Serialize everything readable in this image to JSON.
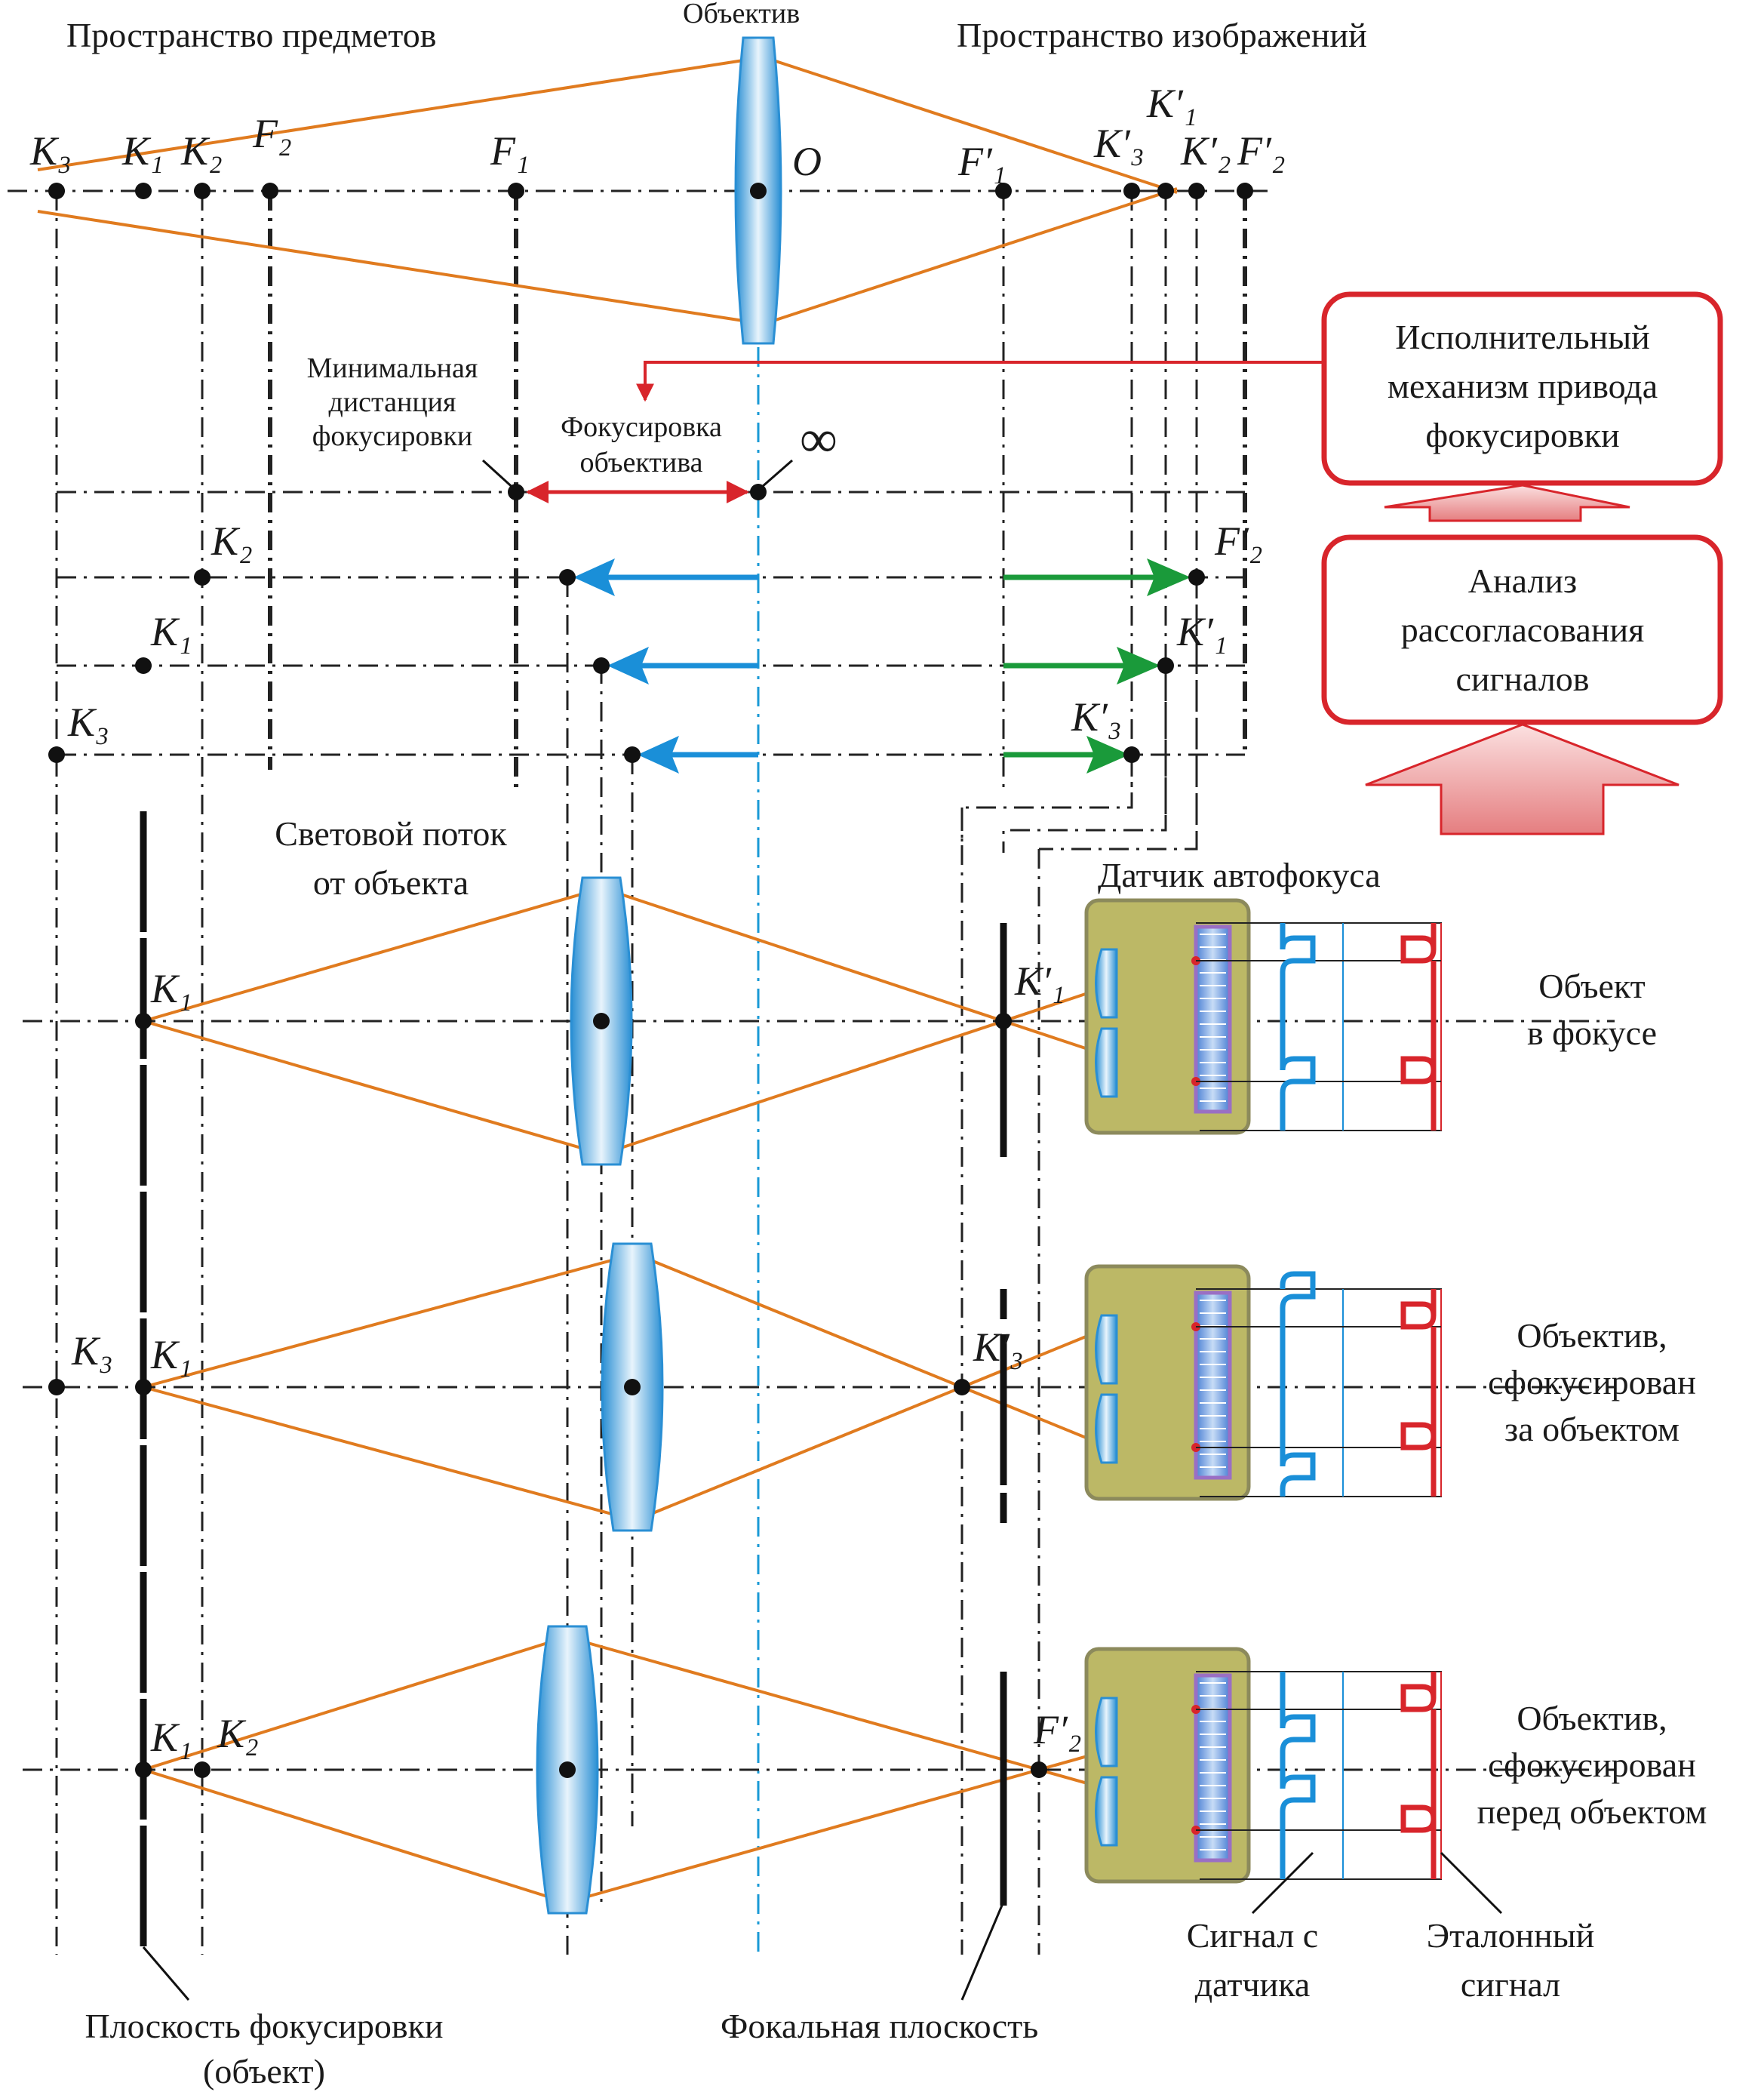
{
  "headers": {
    "object_space": "Пространство предметов",
    "lens": "Объектив",
    "image_space": "Пространство изображений"
  },
  "points_top": {
    "K3": "K₃",
    "K1": "K₁",
    "K2": "K₂",
    "F2": "F₂",
    "F1": "F₁",
    "O": "O",
    "F1p": "F′₁",
    "K3p": "K′₃",
    "K1p": "K′₁",
    "K2p": "K′₂",
    "F2p": "F′₂"
  },
  "min_distance": [
    "Минимальная",
    "дистанция",
    "фокусировки"
  ],
  "lens_focus": [
    "Фокусировка",
    "объектива"
  ],
  "infinity": "∞",
  "scale_points": {
    "K2": "K₂",
    "F2p": "F′₂",
    "K1": "K₁",
    "K1p": "K′₁",
    "K3": "K₃",
    "K3p": "K′₃"
  },
  "box_actuator": [
    "Исполнительный",
    "механизм привода",
    "фокусировки"
  ],
  "box_analysis": [
    "Анализ",
    "рассогласования",
    "сигналов"
  ],
  "light_flux": [
    "Световой поток",
    "от объекта"
  ],
  "af_sensor": "Датчик автофокуса",
  "rows": [
    {
      "obj": "K₁",
      "img": "K′₁",
      "extra": "",
      "caption": [
        "Объект",
        "в фокусе"
      ]
    },
    {
      "obj": "K₁",
      "img": "K′₃",
      "extra": "K₃",
      "caption": [
        "Объектив,",
        "сфокусирован",
        "за объектом"
      ]
    },
    {
      "obj": "K₁",
      "img": "F′₂",
      "extra": "K₂",
      "caption": [
        "Объектив,",
        "сфокусирован",
        "перед объектом"
      ]
    }
  ],
  "bottom": {
    "sensor_signal": [
      "Сигнал с",
      "датчика"
    ],
    "reference_signal": [
      "Эталонный",
      "сигнал"
    ],
    "focus_plane": [
      "Плоскость фокусировки",
      "(объект)"
    ],
    "focal_plane": "Фокальная плоскость"
  },
  "colors": {
    "ray": "#e07b1f",
    "lens_fill": "#7fb8e6",
    "lens_edge": "#2a8fd4",
    "axis": "#1a9ad6",
    "arrow_blue": "#1a8fd8",
    "arrow_green": "#1a9a3a",
    "red": "#d8252b",
    "sensor_body": "#bcb866",
    "signal_blue": "#1a8fd8",
    "signal_red": "#d8252b"
  }
}
